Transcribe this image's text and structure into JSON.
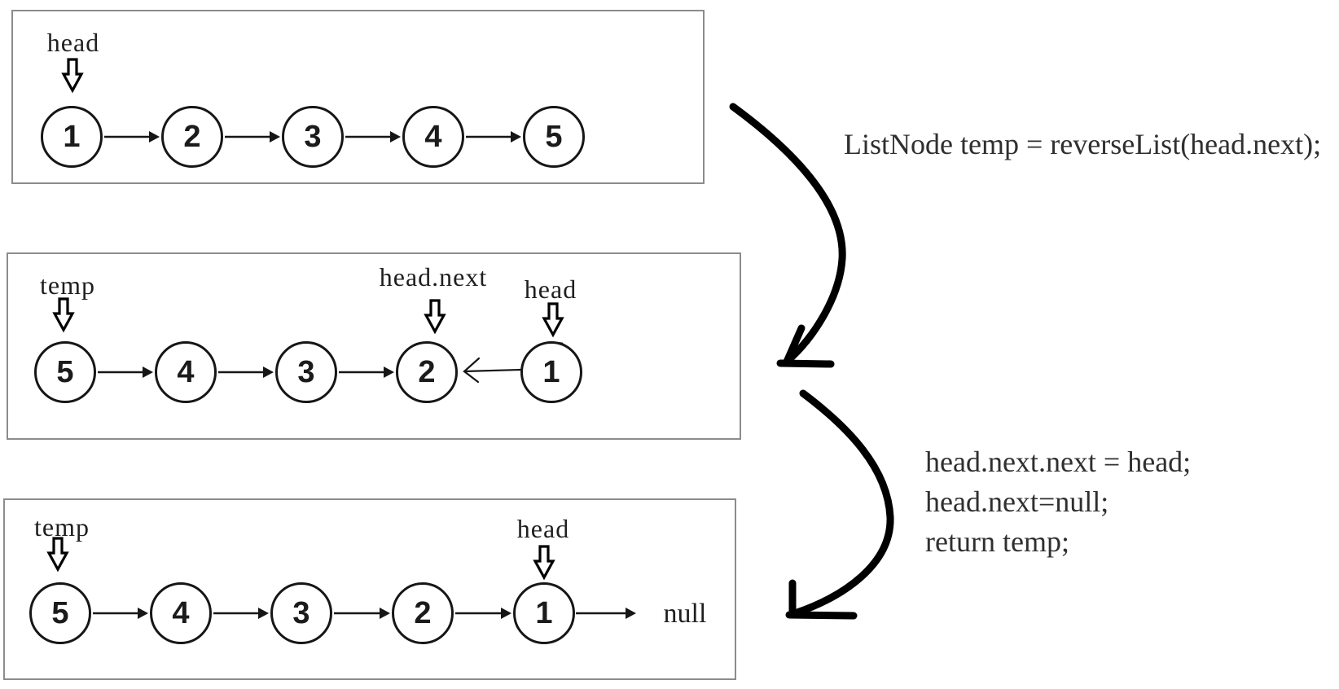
{
  "colors": {
    "ink": "#161616",
    "box_border": "#8c8c8c",
    "code_text": "#2f2f2f",
    "background": "#ffffff"
  },
  "diagrams": [
    {
      "name": "original-list",
      "pointers": [
        {
          "label": "head",
          "node_index": 0
        }
      ],
      "nodes": [
        "1",
        "2",
        "3",
        "4",
        "5"
      ]
    },
    {
      "name": "after-recursive-call",
      "pointers": [
        {
          "label": "temp",
          "node_index": 0
        },
        {
          "label": "head.next",
          "node_index": 3
        },
        {
          "label": "head",
          "node_index": 4
        }
      ],
      "nodes": [
        "5",
        "4",
        "3",
        "2",
        "1"
      ],
      "reverse_link": {
        "from_node": "1",
        "to_node": "2"
      }
    },
    {
      "name": "final-list",
      "pointers": [
        {
          "label": "temp",
          "node_index": 0
        },
        {
          "label": "head",
          "node_index": 4
        }
      ],
      "nodes": [
        "5",
        "4",
        "3",
        "2",
        "1"
      ],
      "tail_label": "null"
    }
  ],
  "annotations": {
    "step1_code": "ListNode temp = reverseList(head.next);",
    "step2_code_lines": [
      "head.next.next = head;",
      "head.next=null;",
      "return temp;"
    ]
  }
}
